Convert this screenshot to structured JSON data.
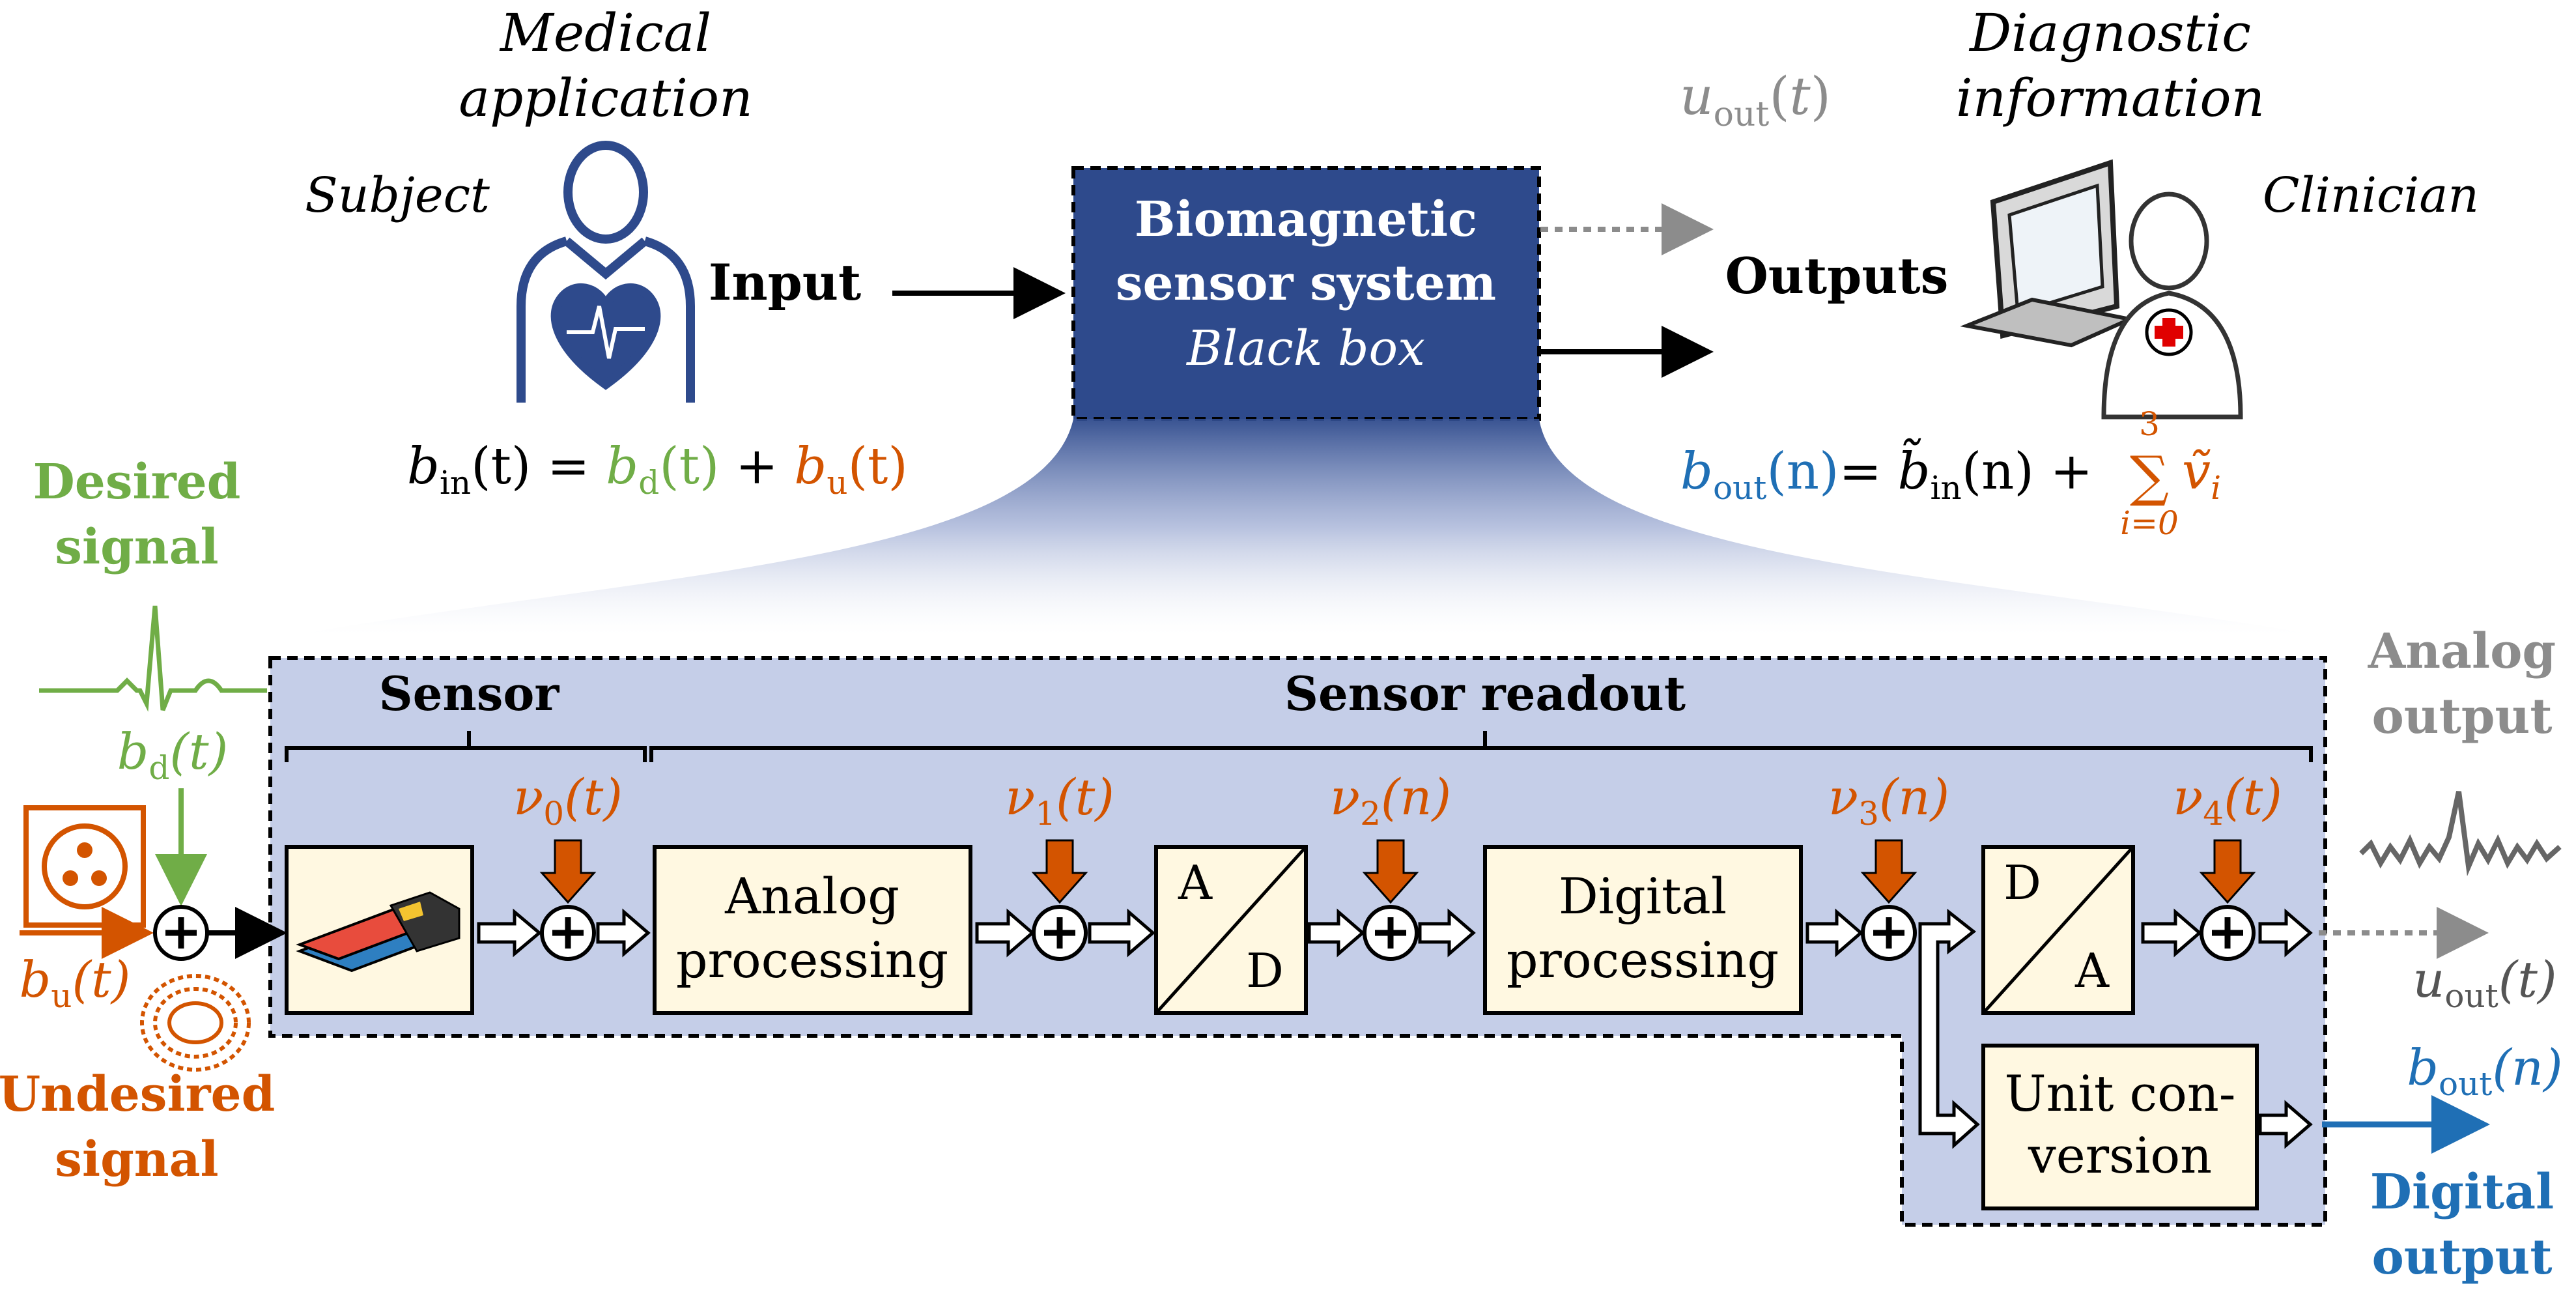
{
  "top": {
    "medical_application_line1": "Medical",
    "medical_application_line2": "application",
    "subject": "Subject",
    "input": "Input",
    "black_box_line1": "Biomagnetic",
    "black_box_line2": "sensor system",
    "black_box_line3": "Black box",
    "diagnostic_line1": "Diagnostic",
    "diagnostic_line2": "information",
    "outputs": "Outputs",
    "clinician": "Clinician",
    "u_out_top": "u_out(t)"
  },
  "equations": {
    "b_in": {
      "lhs": "b",
      "lhs_sub": "in",
      "arg": "(t) = ",
      "term1": "b",
      "term1_sub": "d",
      "term1_arg": "(t)",
      "plus": " + ",
      "term2": "b",
      "term2_sub": "u",
      "term2_arg": "(t)"
    },
    "b_out": {
      "lhs": "b",
      "lhs_sub": "out",
      "lhs_arg": "(n)",
      "eq": "= ",
      "bt": "b̃",
      "bt_sub": "in",
      "bt_arg": "(n) + ",
      "sum": "∑",
      "sum_top": "3",
      "sum_bottom": "i=0",
      "nu": "ṽ",
      "nu_sub": "i"
    }
  },
  "left": {
    "desired_line1": "Desired",
    "desired_line2": "signal",
    "bd_label": "b",
    "bd_sub": "d",
    "bd_arg": "(t)",
    "bu_label": "b",
    "bu_sub": "u",
    "bu_arg": "(t)",
    "undesired_line1": "Undesired",
    "undesired_line2": "signal"
  },
  "chain": {
    "sensor_header": "Sensor",
    "readout_header": "Sensor readout",
    "analog_processing_line1": "Analog",
    "analog_processing_line2": "processing",
    "ad_top": "A",
    "ad_bottom": "D",
    "digital_processing_line1": "Digital",
    "digital_processing_line2": "processing",
    "da_top": "D",
    "da_bottom": "A",
    "unit_conversion_line1": "Unit con-",
    "unit_conversion_line2": "version",
    "noise": [
      {
        "sym": "ν",
        "sub": "0",
        "arg": "(t)"
      },
      {
        "sym": "ν",
        "sub": "1",
        "arg": "(t)"
      },
      {
        "sym": "ν",
        "sub": "2",
        "arg": "(n)"
      },
      {
        "sym": "ν",
        "sub": "3",
        "arg": "(n)"
      },
      {
        "sym": "ν",
        "sub": "4",
        "arg": "(t)"
      }
    ]
  },
  "right": {
    "analog_output_line1": "Analog",
    "analog_output_line2": "output",
    "u_out_label": "u",
    "u_out_sub": "out",
    "u_out_arg": "(t)",
    "b_out_label": "b",
    "b_out_sub": "out",
    "b_out_arg": "(n)",
    "digital_output_line1": "Digital",
    "digital_output_line2": "output"
  },
  "colors": {
    "green": "#70AD47",
    "orange": "#D35400",
    "blue": "#1F6FB5",
    "navy": "#2E4A8C",
    "panel": "#C5CEE8",
    "block": "#FFF8E1",
    "gray": "#8C8C8C"
  }
}
